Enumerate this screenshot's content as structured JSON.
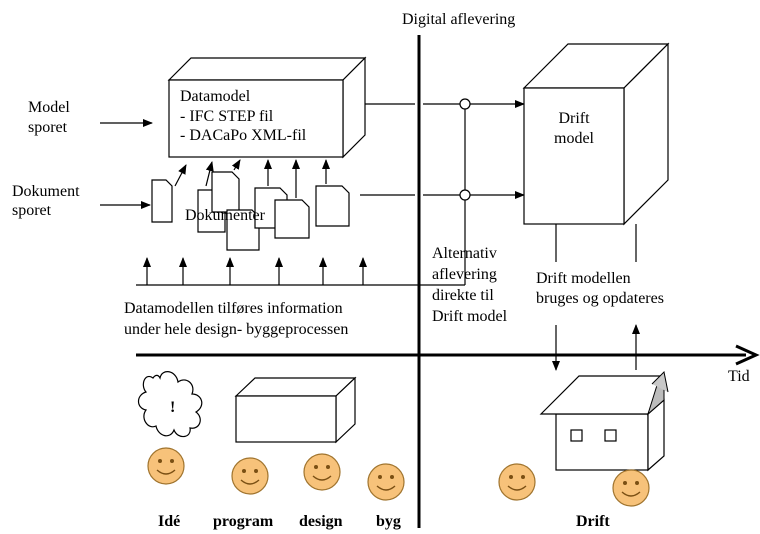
{
  "top_label": "Digital aflevering",
  "left_labels": {
    "model_line1": "Model",
    "model_line2": "sporet",
    "doc_line1": "Dokument",
    "doc_line2": "sporet"
  },
  "datamodel_box": {
    "line1": "Datamodel",
    "line2": "- IFC STEP fil",
    "line3": "- DACaPo XML-fil"
  },
  "documents_label": "Dokumenter",
  "drift_box": {
    "line1": "Drift",
    "line2": "model"
  },
  "alt_text": [
    "Alternativ",
    "aflevering",
    "direkte til",
    "Drift model"
  ],
  "drift_note": [
    "Drift modellen",
    "bruges og opdateres"
  ],
  "datamodel_note": [
    "Datamodellen tilføres information",
    "under hele design- byggeprocessen"
  ],
  "axis_label": "Tid",
  "idea_mark": "!",
  "phases": [
    "Idé",
    "program",
    "design",
    "byg",
    "Drift"
  ]
}
